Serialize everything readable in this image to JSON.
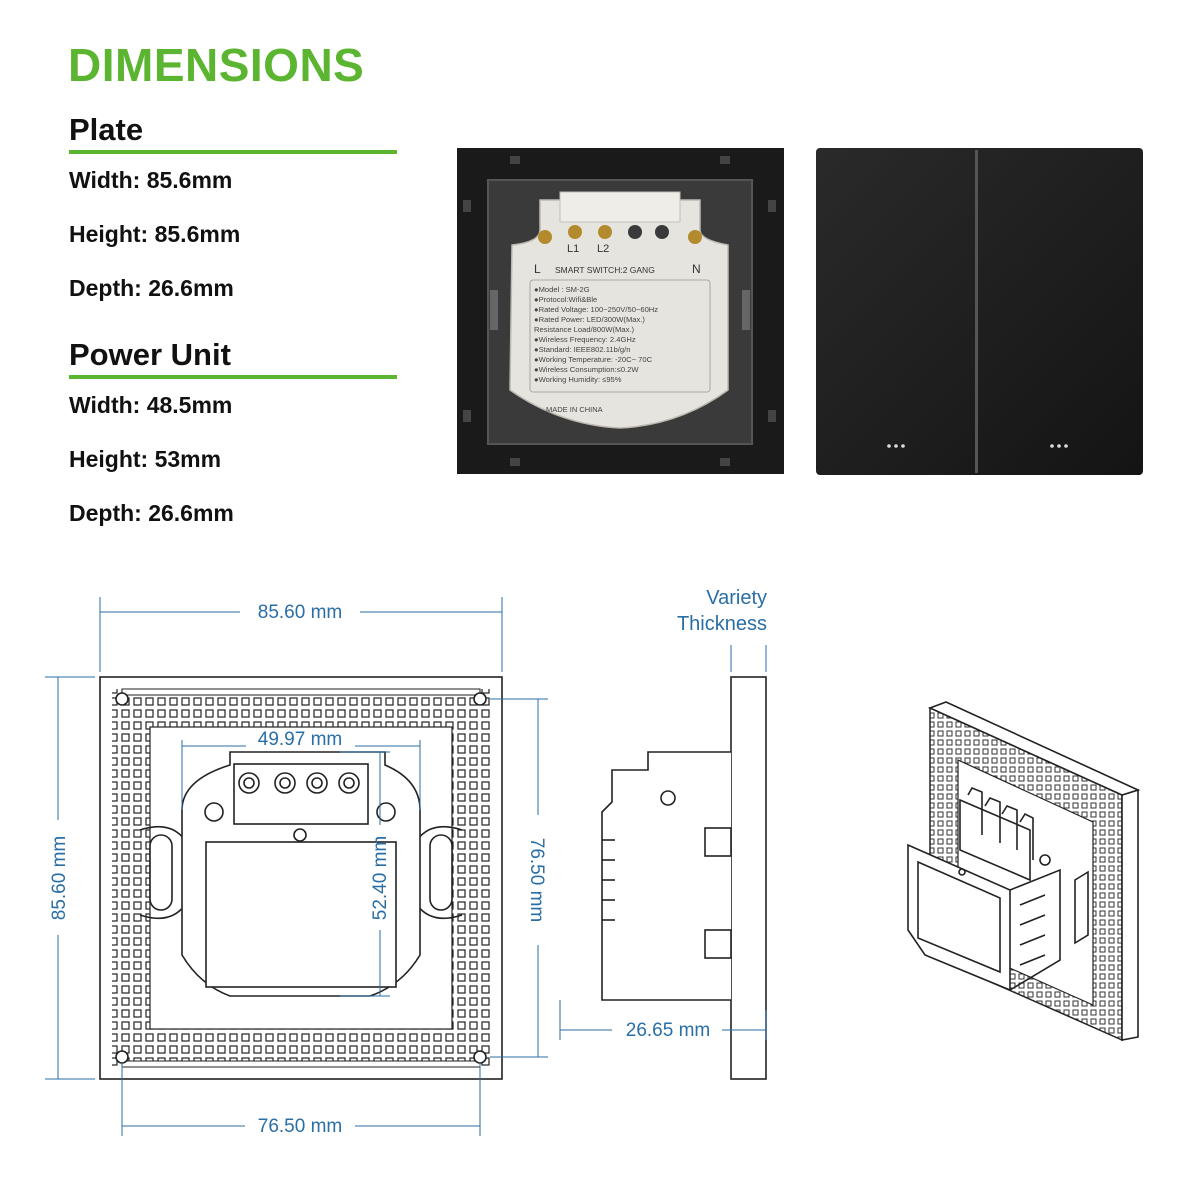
{
  "title": "DIMENSIONS",
  "plate": {
    "heading": "Plate",
    "width": "Width: 85.6mm",
    "height": "Height: 85.6mm",
    "depth": "Depth: 26.6mm"
  },
  "power_unit": {
    "heading": "Power Unit",
    "width": "Width: 48.5mm",
    "height": "Height: 53mm",
    "depth": "Depth: 26.6mm"
  },
  "module_label": {
    "terminal_l": "L",
    "terminal_l1": "L1",
    "terminal_l2": "L2",
    "terminal_n": "N",
    "header": "SMART SWITCH:2 GANG",
    "lines": [
      "●Model : SM-2G",
      "●Protocol:Wifi&Ble",
      "●Rated Voltage: 100~250V/50~60Hz",
      "●Rated Power: LED/300W(Max.)",
      "Resistance Load/800W(Max.)",
      "●Wireless Frequency: 2.4GHz",
      "●Standard: IEEE802.11b/g/n",
      "●Working Temperature: -20C~ 70C",
      "●Wireless Consumption:≤0.2W",
      "●Working Humidity: ≤95%"
    ],
    "footer": "MADE IN CHINA"
  },
  "drawing": {
    "width_top": "85.60 mm",
    "height_left": "85.60 mm",
    "unit_width": "49.97 mm",
    "unit_height": "52.40 mm",
    "mount_height": "76.50 mm",
    "mount_width": "76.50 mm",
    "variety_line1": "Variety",
    "variety_line2": "Thickness",
    "depth": "26.65 mm"
  },
  "colors": {
    "accent": "#5cb531",
    "dimension": "#2a6ea6",
    "panel": "#1c1c1c"
  }
}
